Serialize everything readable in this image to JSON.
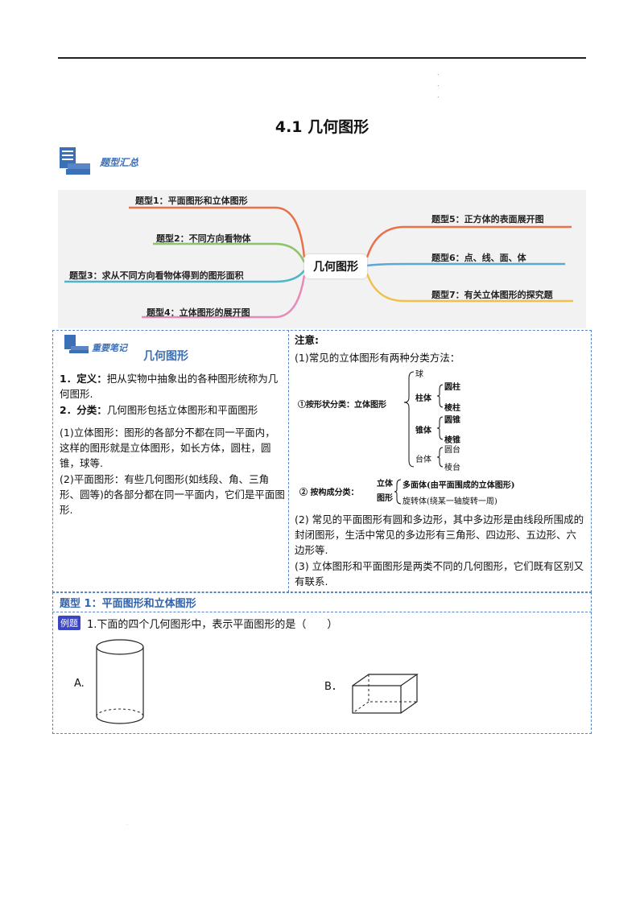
{
  "page": {
    "title": "4.1  几何图形",
    "section_label": "题型汇总",
    "dots": [
      ".",
      ".",
      "."
    ]
  },
  "mindmap": {
    "center": "几何图形",
    "left": [
      "题型1：平面图形和立体图形",
      "题型2：不同方向看物体",
      "题型3：求从不同方向看物体得到的图形面积",
      "题型4：立体图形的展开图"
    ],
    "right": [
      "题型5：正方体的表面展开图",
      "题型6：点、线、面、体",
      "题型7：有关立体图形的探究题"
    ],
    "colors": [
      "#e8714a",
      "#8cc36b",
      "#4fb3c9",
      "#e58bb7",
      "#e8714a",
      "#5aa8d8",
      "#f0c14a"
    ]
  },
  "notes": {
    "badge": "重要笔记",
    "title": "几何图形",
    "def_label": "1．定义：",
    "def_text": "把从实物中抽象出的各种图形统称为几何图形.",
    "cls_label": "2．分类：",
    "cls_text": "几何图形包括立体图形和平面图形",
    "solid": "(1)立体图形：图形的各部分不都在同一平面内，这样的图形就是立体图形，如长方体，圆柱，圆锥，球等.",
    "plane": "(2)平面图形：有些几何图形(如线段、角、三角形、圆等)的各部分都在同一平面内，它们是平面图形."
  },
  "attention": {
    "label": "注意:",
    "line1": "(1)常见的立体图形有两种分类方法：",
    "tree1_root": "①按形状分类：立体图形",
    "tree1_items": {
      "ball": "球",
      "prism_group": "柱体",
      "cylinder": "圆柱",
      "prism": "棱柱",
      "cone_group": "锥体",
      "cone": "圆锥",
      "pyramid": "棱锥",
      "frustum_group": "台体",
      "round_frustum": "圆台",
      "prism_frustum": "棱台"
    },
    "tree2_root": "② 按构成分类：",
    "tree2_solid": "立体",
    "tree2_shape": "图形",
    "polyhedron": "多面体(由平面围成的立体图形)",
    "revolution": "旋转体(绕某一轴旋转一周)",
    "line2": "(2) 常见的平面图形有圆和多边形，其中多边形是由线段所围成的封闭图形，生活中常见的多边形有三角形、四边形、五边形、六边形等.",
    "line3": "(3) 立体图形和平面图形是两类不同的几何图形，它们既有区别又有联系."
  },
  "question": {
    "type_title": "题型 1：平面图形和立体图形",
    "example_badge": "例题",
    "text": "1.下面的四个几何图形中，表示平面图形的是（　　）",
    "option_a": "A.",
    "option_b": "B．"
  }
}
